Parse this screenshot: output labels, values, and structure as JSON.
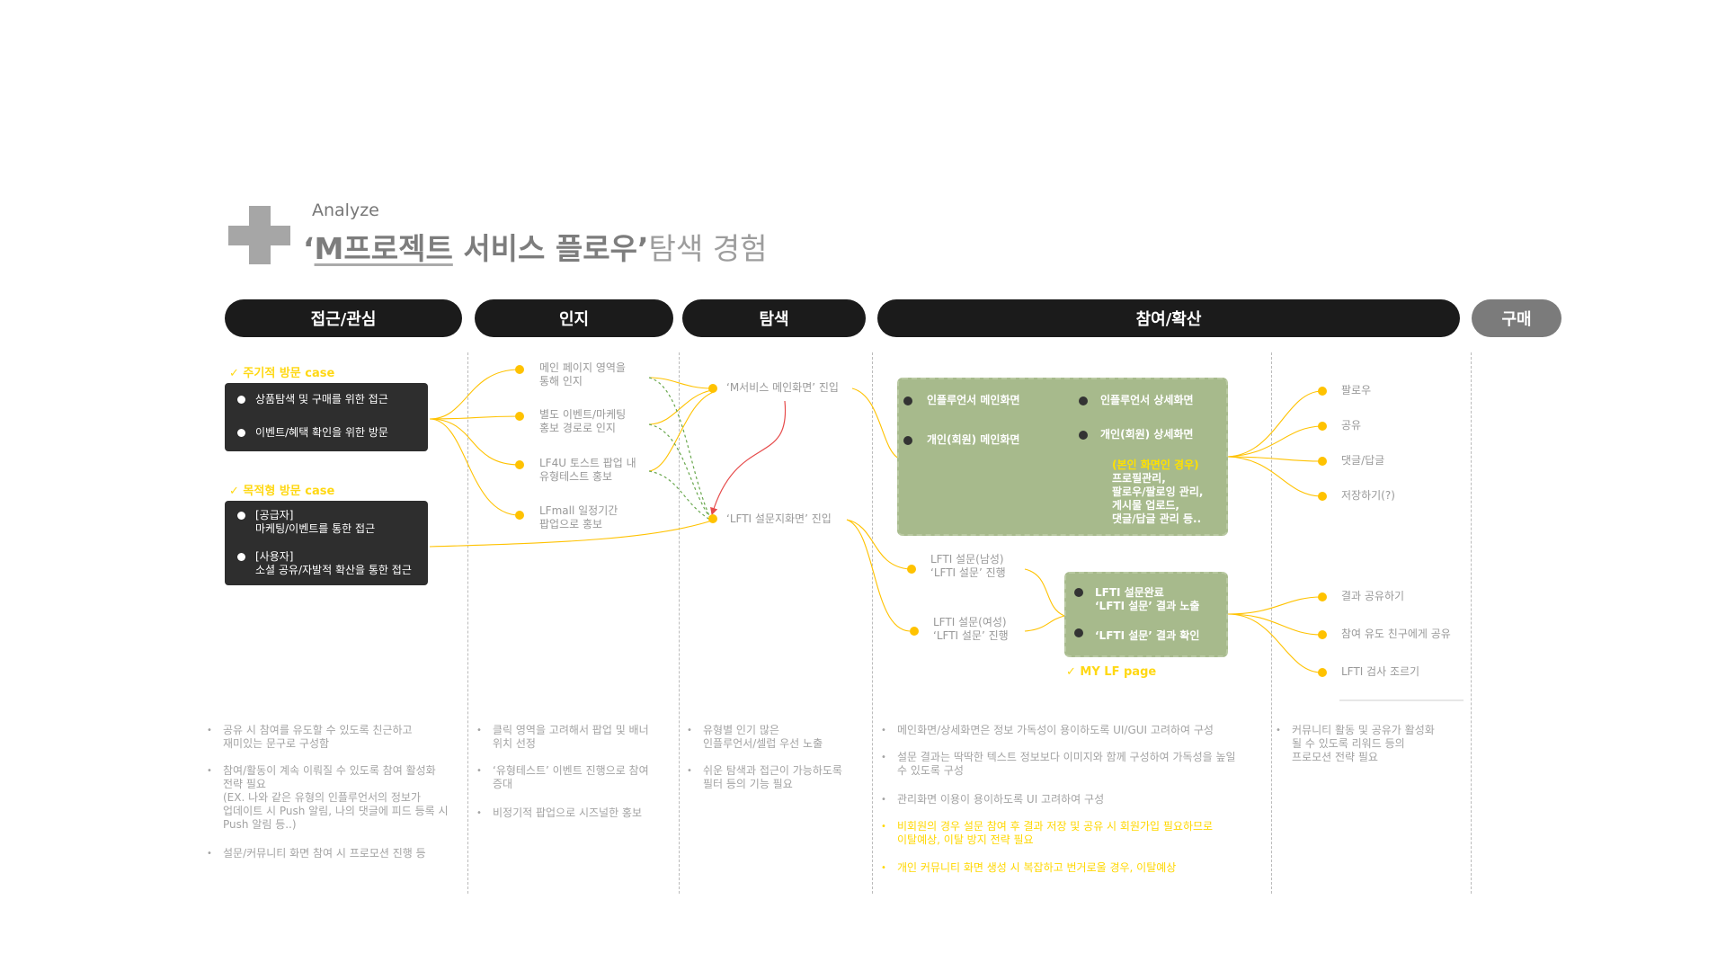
{
  "header": {
    "subtitle": "Analyze",
    "quote_open": "‘",
    "title_underlined": "M프로젝트",
    "title_strong_rest": " 서비스 플로우",
    "quote_close": "’",
    "title_light": "탐색 경험"
  },
  "stages": [
    {
      "label": "접근/관심"
    },
    {
      "label": "인지"
    },
    {
      "label": "탐색"
    },
    {
      "label": "참여/확산"
    },
    {
      "label": "구매"
    }
  ],
  "access": {
    "case1": "✓  주기적 방문 case",
    "case1_items": [
      "상품탐색 및 구매를 위한 접근",
      "이벤트/혜택 확인을 위한 방문"
    ],
    "case2": "✓  목적형 방문 case",
    "case2_items": [
      {
        "l1": "[공급자]",
        "l2": "마케팅/이벤트를 통한 접근"
      },
      {
        "l1": "[사용자]",
        "l2": "소셜 공유/자발적 확산을 통한 접근"
      }
    ]
  },
  "aware": {
    "items": [
      {
        "l1": "메인 페이지 영역을",
        "l2": "통해 인지"
      },
      {
        "l1": "별도 이벤트/마케팅",
        "l2": "홍보 경로로 인지"
      },
      {
        "l1": "LF4U 토스트 팝업 내",
        "l2": "유형테스트 홍보"
      },
      {
        "l1": "LFmall 일정기간",
        "l2": "팝업으로 홍보"
      }
    ]
  },
  "explore": {
    "items": [
      "‘M서비스 메인화면’ 진입",
      "‘LFTI 설문지화면’ 진입"
    ]
  },
  "engage": {
    "box1": {
      "left": [
        "인플루언서 메인화면",
        "개인(회원) 메인화면"
      ],
      "right": [
        "인플루언서 상세화면",
        "개인(회원) 상세화면"
      ],
      "owner_title": "(본인 화면인 경우)",
      "owner_lines": [
        "프로필관리,",
        "팔로우/팔로잉 관리,",
        "게시물 업로드,",
        "댓글/답글 관리 등.."
      ]
    },
    "survey": [
      {
        "l1": "LFTI 설문(남성)",
        "l2": "‘LFTI 설문’ 진행"
      },
      {
        "l1": "LFTI 설문(여성)",
        "l2": "‘LFTI 설문’ 진행"
      }
    ],
    "box2": {
      "item1_l1": "LFTI 설문완료",
      "item1_l2": "‘LFTI 설문’ 결과 노출",
      "item2": "‘LFTI 설문’ 결과 확인"
    },
    "my_page": "✓  MY LF page"
  },
  "actions": {
    "top": [
      "팔로우",
      "공유",
      "댓글/답글",
      "저장하기(?)"
    ],
    "bottom": [
      "결과 공유하기",
      "참여 유도 친구에게 공유",
      "LFTI 검사 조르기"
    ]
  },
  "notes": {
    "col1": [
      {
        "lines": [
          "공유 시 참여를 유도할 수 있도록 친근하고",
          "재미있는 문구로 구성함"
        ]
      },
      {
        "lines": [
          "참여/활동이 계속 이뤄질 수 있도록 참여 활성화",
          "전략 필요",
          "(EX. 나와 같은 유형의 인플루언서의 정보가",
          "업데이트 시 Push 알림, 나의 댓글에 피드 등록 시",
          "Push 알림 등..)"
        ]
      },
      {
        "lines": [
          "설문/커뮤니티 화면 참여 시 프로모션 진행 등"
        ]
      }
    ],
    "col2": [
      {
        "lines": [
          "클릭 영역을 고려해서 팝업 및 배너",
          "위치 선정"
        ]
      },
      {
        "lines": [
          "‘유형테스트’ 이벤트 진행으로 참여",
          "증대"
        ]
      },
      {
        "lines": [
          "비정기적 팝업으로 시즈널한 홍보"
        ]
      }
    ],
    "col3": [
      {
        "lines": [
          "유형별 인기 많은",
          "인플루언서/셀럽 우선 노출"
        ]
      },
      {
        "lines": [
          "쉬운 탐색과 접근이 가능하도록",
          "필터 등의 기능 필요"
        ]
      }
    ],
    "col4": [
      {
        "lines": [
          "메인화면/상세화면은 정보 가독성이 용이하도록 UI/GUI 고려하여 구성"
        ]
      },
      {
        "lines": [
          "설문 결과는 딱딱한 텍스트 정보보다 이미지와 함께 구성하여 가독성을 높일",
          "수 있도록 구성"
        ]
      },
      {
        "lines": [
          "관리화면 이용이 용이하도록 UI 고려하여 구성"
        ]
      },
      {
        "lines": [
          "비회원의 경우 설문 참여 후 결과 저장 및 공유 시 회원가입 필요하므로",
          "이탈예상, 이탈 방지 전략 필요"
        ],
        "highlight": true
      },
      {
        "lines": [
          "개인 커뮤니티 화면 생성 시 복잡하고 번거로울 경우, 이탈예상"
        ],
        "highlight": true
      }
    ],
    "col5": [
      {
        "lines": [
          "커뮤니티 활동 및 공유가 활성화",
          "될 수 있도록 리워드 등의",
          "프로모션 전략 필요"
        ]
      }
    ]
  },
  "colors": {
    "yellow": "#ffc200",
    "green": "#a7ba8c",
    "red": "#e64a4a",
    "arrow_green": "#6aa84f"
  }
}
